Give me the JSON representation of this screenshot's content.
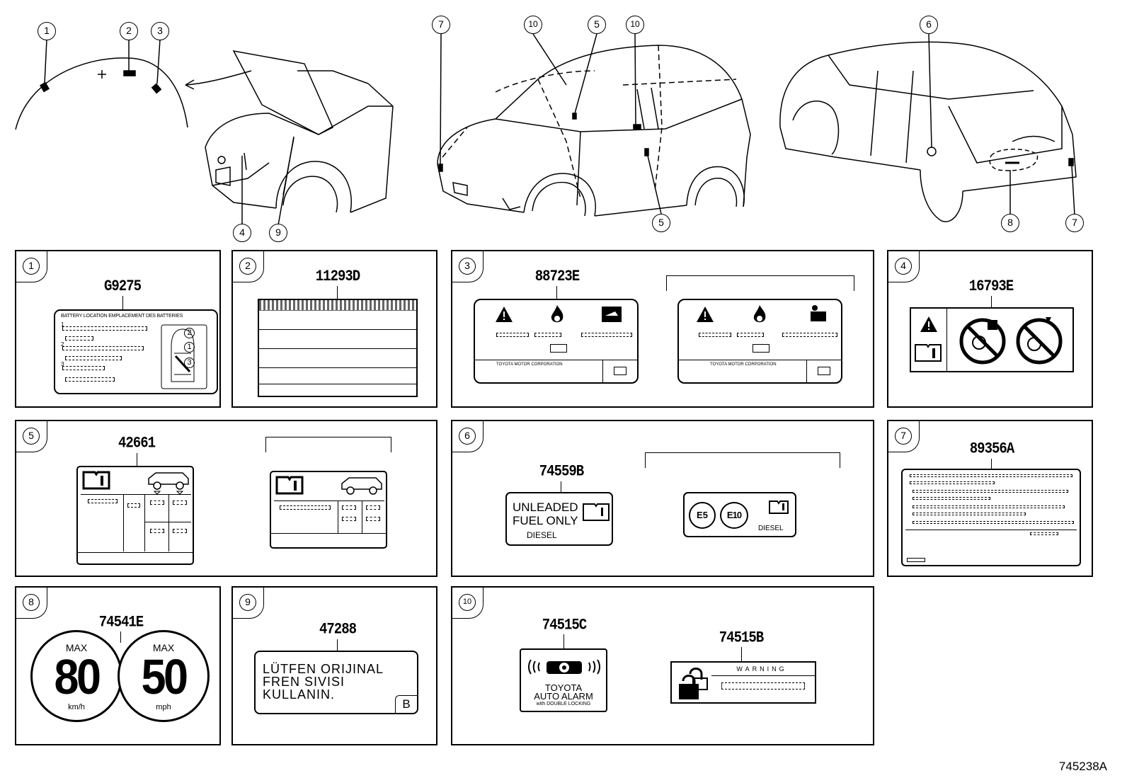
{
  "overview_callouts": {
    "hood": [
      "1",
      "2",
      "3"
    ],
    "engine_bay": [
      "4",
      "9"
    ],
    "front_view": [
      "7",
      "10",
      "5",
      "10",
      "5"
    ],
    "rear_view": [
      "6",
      "8",
      "7"
    ]
  },
  "panels": [
    {
      "num": "1",
      "part": "G9275",
      "battery_header": "BATTERY LOCATION EMPLACEMENT DES BATTERIES",
      "diagram_nums": [
        "1",
        "2",
        "3",
        "2",
        "1",
        "3"
      ]
    },
    {
      "num": "2",
      "part": "11293D"
    },
    {
      "num": "3",
      "part": "88723E",
      "maker": "TOYOTA MOTOR CORPORATION"
    },
    {
      "num": "4",
      "part": "16793E"
    },
    {
      "num": "5",
      "part": "42661"
    },
    {
      "num": "6",
      "part": "74559B",
      "fuel_line1": "UNLEADED",
      "fuel_line2": "FUEL ONLY",
      "diesel": "DIESEL",
      "e5": "E5",
      "e10": "E10"
    },
    {
      "num": "7",
      "part": "89356A"
    },
    {
      "num": "8",
      "part": "74541E",
      "max": "MAX",
      "speed_kmh": "80",
      "speed_mph": "50",
      "unit_kmh": "km/h",
      "unit_mph": "mph"
    },
    {
      "num": "9",
      "part": "47288",
      "brake_l1": "LÜTFEN ORIJINAL",
      "brake_l2": "FREN SIVISI",
      "brake_l3": "KULLANIN.",
      "brake_mark": "B"
    },
    {
      "num": "10",
      "part_a": "74515C",
      "part_b": "74515B",
      "alarm_l1": "TOYOTA",
      "alarm_l2": "AUTO ALARM",
      "alarm_l3": "with DOUBLE LOCKING",
      "warning": "WARNING"
    }
  ],
  "figure_id": "745238A"
}
